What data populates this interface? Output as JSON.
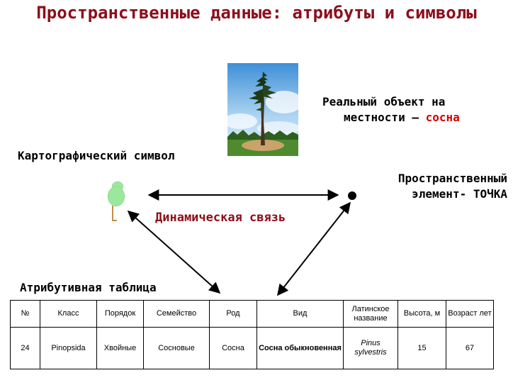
{
  "title": "Пространственные данные: атрибуты и символы",
  "real_object": {
    "line1": "Реальный объект на",
    "line2_prefix": "местности – ",
    "line2_accent": "сосна"
  },
  "cartographic_symbol": "Картографический символ",
  "spatial_element": {
    "line1": "Пространственный",
    "line2": "элемент- ТОЧКА"
  },
  "dynamic_link": "Динамическая связь",
  "attribute_table": {
    "caption": "Атрибутивная таблица",
    "headers": [
      "№",
      "Класс",
      "Порядок",
      "Семейство",
      "Род",
      "Вид",
      "Латинское название",
      "Высота, м",
      "Возраст лет"
    ],
    "row": [
      "24",
      "Pinopsida",
      "Хвойные",
      "Сосновые",
      "Сосна",
      "Сосна обыкновенная",
      "Pinus sylvestris",
      "15",
      "67"
    ]
  },
  "colors": {
    "title": "#8b0f1b",
    "accent": "#d40000",
    "symbol_fill": "#9be79b",
    "symbol_trunk": "#c58a4a"
  },
  "icons": {
    "photo": "pine-tree-photo",
    "symbol": "tree-symbol-icon",
    "point": "point-marker"
  }
}
